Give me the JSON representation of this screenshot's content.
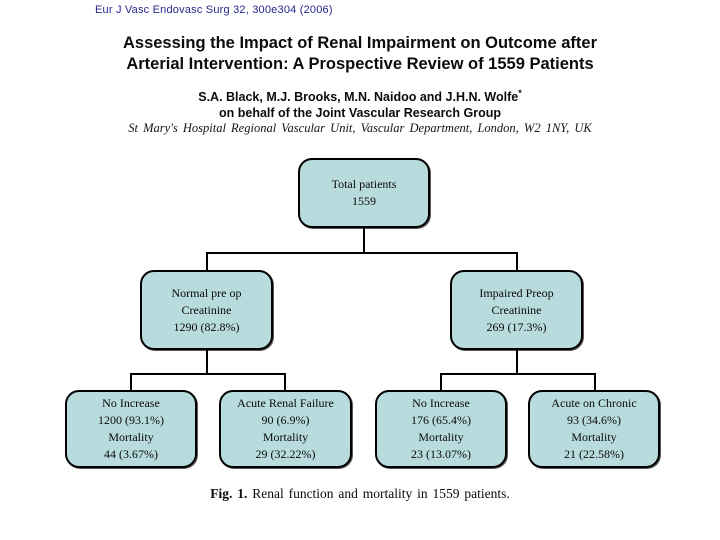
{
  "journal_ref": "Eur J Vasc Endovasc Surg 32, 300e304 (2006)",
  "title": {
    "line1": "Assessing the Impact of Renal Impairment on Outcome after",
    "line2": "Arterial Intervention: A Prospective Review of 1559 Patients"
  },
  "authors": {
    "names": "S.A. Black, M.J. Brooks, M.N. Naidoo and J.H.N. Wolfe",
    "asterisk": "*",
    "group": "on behalf of the Joint Vascular Research Group"
  },
  "affiliation": "St Mary's Hospital Regional Vascular Unit, Vascular Department, London, W2 1NY, UK",
  "flowchart": {
    "box_fill_color": "#b8dbde",
    "border_color": "#000000",
    "root": {
      "lines": [
        "Total patients",
        "1559"
      ]
    },
    "level2": [
      {
        "lines": [
          "Normal pre op",
          "Creatinine",
          "1290 (82.8%)"
        ]
      },
      {
        "lines": [
          "Impaired Preop",
          "Creatinine",
          "269 (17.3%)"
        ]
      }
    ],
    "level3": [
      {
        "lines": [
          "No Increase",
          "1200 (93.1%)",
          "Mortality",
          "44 (3.67%)"
        ]
      },
      {
        "lines": [
          "Acute Renal Failure",
          "90 (6.9%)",
          "Mortality",
          "29 (32.22%)"
        ]
      },
      {
        "lines": [
          "No Increase",
          "176 (65.4%)",
          "Mortality",
          "23 (13.07%)"
        ]
      },
      {
        "lines": [
          "Acute on Chronic",
          "93 (34.6%)",
          "Mortality",
          "21 (22.58%)"
        ]
      }
    ]
  },
  "caption": {
    "label": "Fig. 1.",
    "text": " Renal function and mortality in 1559 patients."
  },
  "colors": {
    "journal_ref_text": "#26268c",
    "body_text": "#0a0a0a",
    "background": "#ffffff"
  }
}
